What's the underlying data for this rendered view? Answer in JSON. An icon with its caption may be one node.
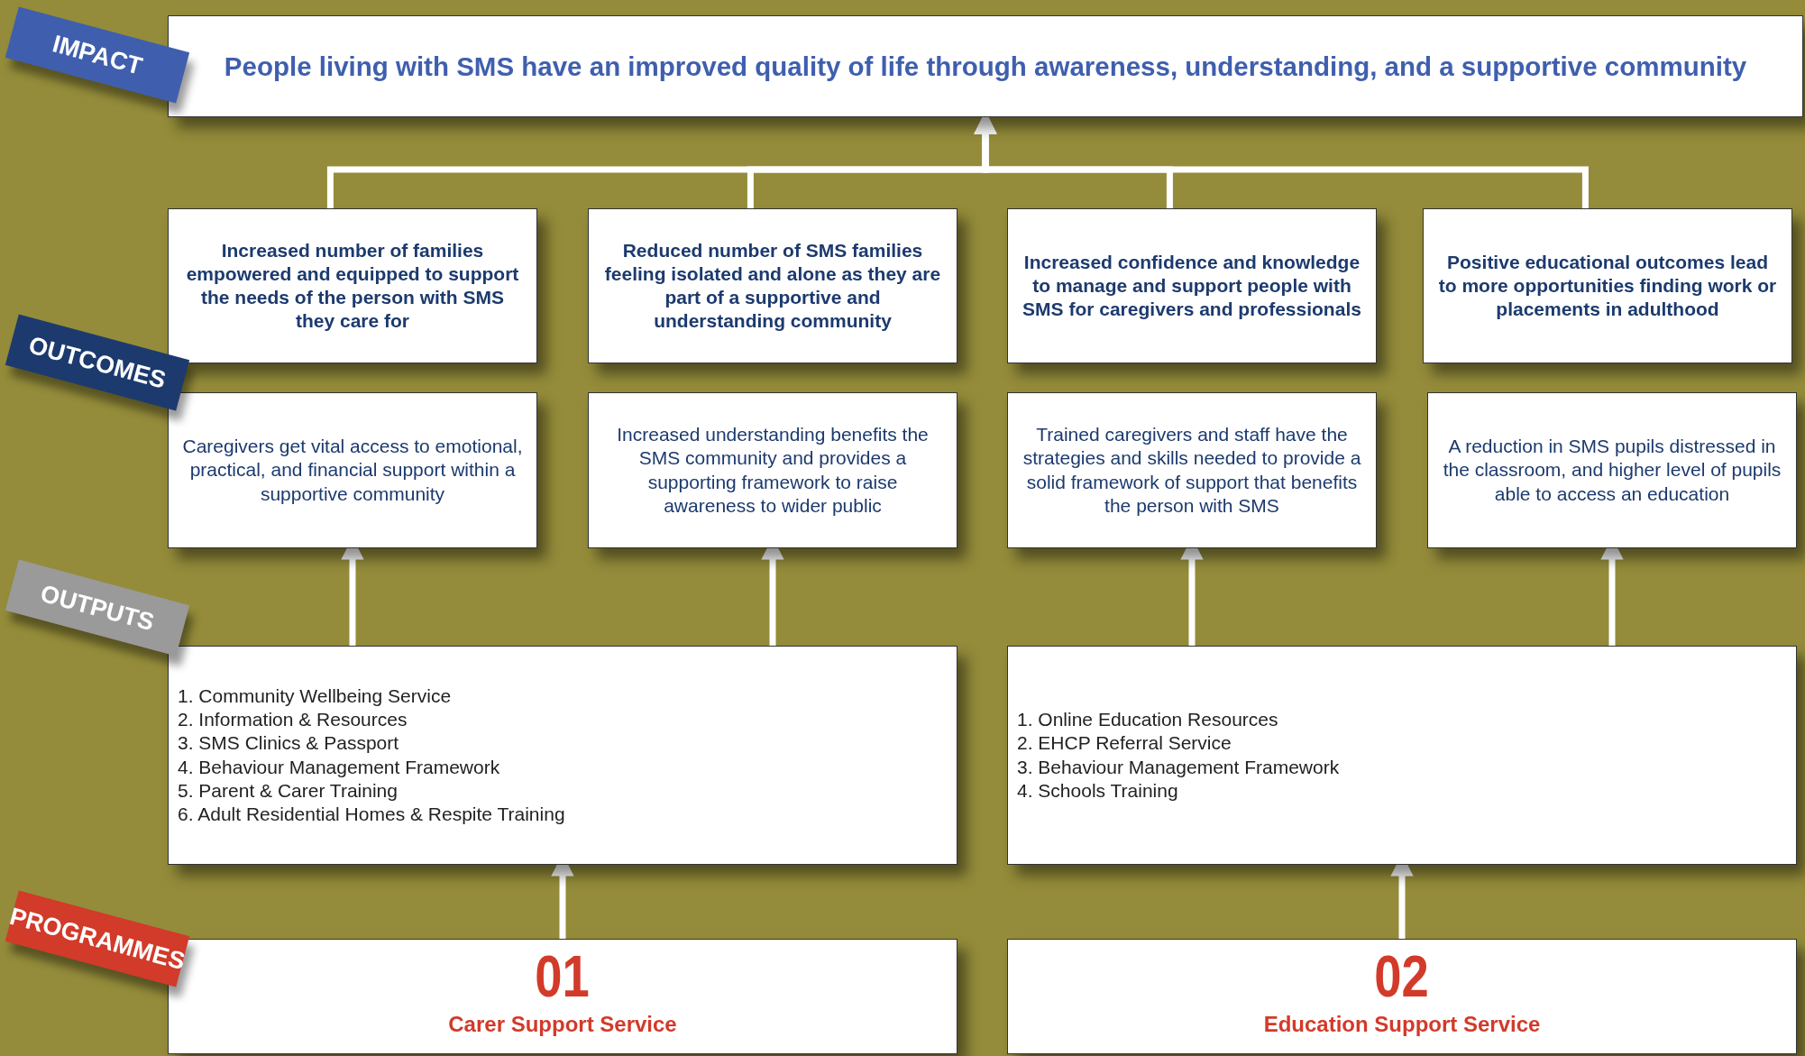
{
  "diagram": {
    "nodes": [
      {
        "text": [
          "People living with SMS have an improved quality of life through awareness, understanding, and a supportive community"
        ]
      },
      {
        "text": [
          "Increased number of families empowered and equipped to support the needs of the person with SMS they care for"
        ]
      },
      {
        "text": [
          "Reduced number of SMS families feeling isolated and alone as they are part of a supportive and understanding community"
        ]
      },
      {
        "text": [
          "Increased confidence and knowledge to manage and support people with SMS for caregivers and professionals"
        ]
      },
      {
        "text": [
          "Positive educational outcomes lead to more opportunities finding work or placements in adulthood"
        ]
      },
      {
        "text": [
          "Caregivers get vital access to emotional, practical, and financial support within a supportive community"
        ]
      },
      {
        "text": [
          "Increased understanding benefits the SMS community and provides a supporting framework to raise awareness to wider public"
        ]
      },
      {
        "text": [
          "Trained caregivers and staff have the strategies and skills needed to provide a solid framework of support that benefits the person with SMS"
        ]
      },
      {
        "text": [
          "A reduction in SMS pupils distressed in the classroom, and higher level of pupils able to access an education"
        ]
      },
      {
        "text": [
          "1. Community Wellbeing Service",
          "2. Information & Resources",
          "3. SMS Clinics & Passport",
          "4. Behaviour Management Framework",
          "5. Parent & Carer Training",
          "6. Adult Residential Homes & Respite Training"
        ]
      },
      {
        "text": [
          "1. Online Education Resources",
          "2. EHCP Referral Service",
          "3. Behaviour Management Framework",
          "4. Schools Training"
        ]
      },
      {
        "text": [
          "01",
          "Carer Support Service"
        ]
      },
      {
        "text": [
          "02",
          "Education Support Service"
        ]
      }
    ],
    "edges": [
      {
        "from": 1,
        "to": 0,
        "arrow": "to"
      },
      {
        "from": 2,
        "to": 0,
        "arrow": "to"
      },
      {
        "from": 3,
        "to": 0,
        "arrow": "to"
      },
      {
        "from": 4,
        "to": 0,
        "arrow": "to"
      },
      {
        "from": 9,
        "to": 5,
        "arrow": "to"
      },
      {
        "from": 9,
        "to": 6,
        "arrow": "to"
      },
      {
        "from": 10,
        "to": 7,
        "arrow": "to"
      },
      {
        "from": 10,
        "to": 8,
        "arrow": "to"
      },
      {
        "from": 11,
        "to": 9,
        "arrow": "to"
      },
      {
        "from": 12,
        "to": 10,
        "arrow": "to"
      }
    ],
    "labels": [
      "IMPACT",
      "OUTCOMES",
      "OUTPUTS",
      "PROGRAMMES"
    ]
  }
}
